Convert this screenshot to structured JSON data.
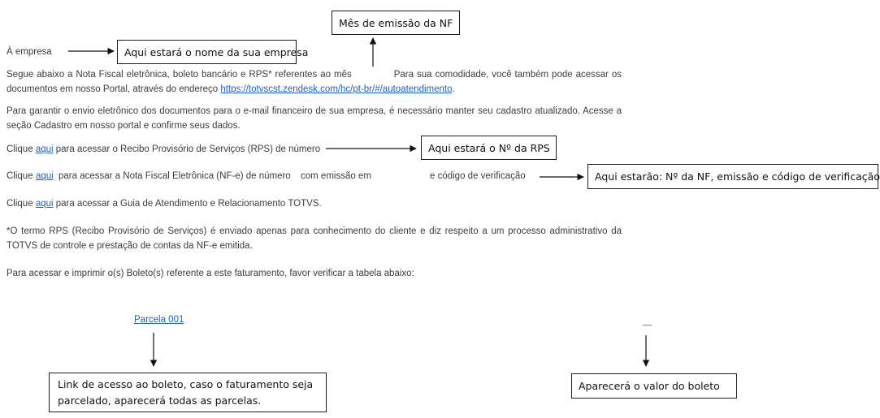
{
  "email": {
    "greeting": "À empresa",
    "para1": {
      "part1": "Segue abaixo a Nota Fiscal eletrônica, boleto bancário e RPS* referentes ao mês",
      "part2": "Para sua comodidade, você também pode acessar os documentos em nosso Portal, através do endereço",
      "portal_link": "https://totvscst.zendesk.com/hc/pt-br/#/autoatendimento",
      "end": "."
    },
    "para2": "Para garantir o envio eletrônico dos documentos para o e-mail financeiro de sua empresa, é necessário manter seu cadastro atualizado. Acesse a seção Cadastro em nosso portal e confirme seus dados.",
    "rps_line": {
      "prefix": "Clique",
      "link": "aqui",
      "suffix": "para acessar o Recibo Provisório de Serviços (RPS) de número"
    },
    "nfe_line": {
      "prefix": "Clique",
      "link": "aqui",
      "part1": "para acessar a Nota Fiscal Eletrônica (NF-e) de número",
      "part2": "com emissão em",
      "part3": "e código de verificação"
    },
    "guide_line": {
      "prefix": "Clique",
      "link": "aqui",
      "suffix": "para acessar a Guia de Atendimento e Relacionamento TOTVS."
    },
    "note": "*O termo RPS (Recibo Provisório de Serviços) é enviado apenas para conhecimento do cliente e diz respeito a um processo administrativo da TOTVS de controle e prestação de contas da NF-e emitida.",
    "boleto_intro": "Para acessar e imprimir o(s) Boleto(s) referente a este faturamento, favor verificar a tabela abaixo:",
    "table": {
      "installment_link": "Parcela 001",
      "value_placeholder": "__"
    }
  },
  "annotations": {
    "company": "Aqui estará o nome da sua empresa",
    "month": "Mês de emissão da NF",
    "rps": "Aqui estará o Nº da RPS",
    "nf": "Aqui estarão: Nº da NF, emissão e código de verificação.",
    "boleto_link": "Link de acesso ao boleto, caso o faturamento seja parcelado, aparecerá todas as parcelas.",
    "value": "Aparecerá o valor do boleto"
  }
}
